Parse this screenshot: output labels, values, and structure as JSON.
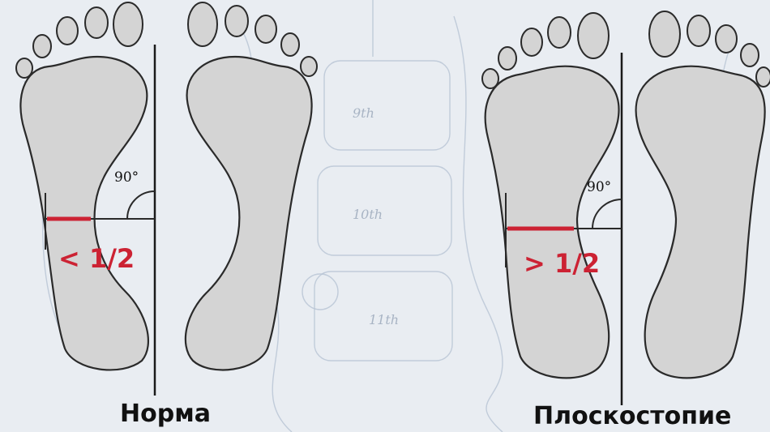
{
  "normal": {
    "angle_label": "90°",
    "ratio_label": "< 1/2",
    "caption": "Норма"
  },
  "flat": {
    "angle_label": "90°",
    "ratio_label": "> 1/2",
    "caption": "Плоскостопие"
  },
  "background": {
    "vertebra_labels": [
      "9th",
      "10th",
      "11th"
    ]
  },
  "colors": {
    "measure_line": "#cc2233",
    "foot_fill": "#d4d4d4",
    "background": "#e9edf2"
  }
}
